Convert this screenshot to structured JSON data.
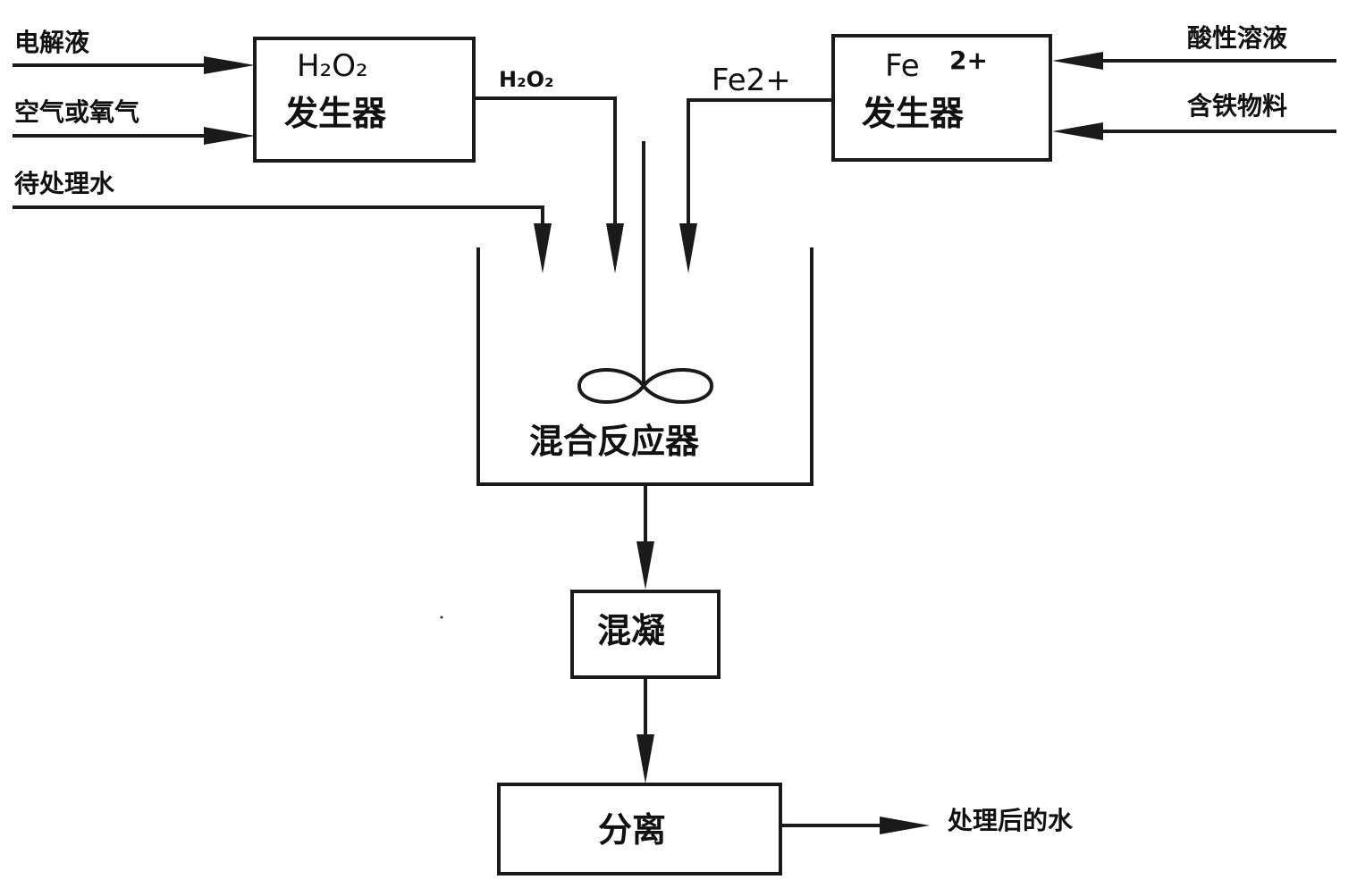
{
  "inputs_left": {
    "electrolyte": "电解液",
    "air_or_oxygen": "空气或氧气",
    "water_to_treat": "待处理水"
  },
  "inputs_right": {
    "acidic_solution": "酸性溶液",
    "iron_material": "含铁物料"
  },
  "h2o2_generator": {
    "formula": "H₂O₂",
    "name": "发生器"
  },
  "fe_generator": {
    "formula_base": "Fe",
    "formula_sup": "2+",
    "name": "发生器"
  },
  "flow_labels": {
    "h2o2": "H₂O₂",
    "fe2": "Fe2+"
  },
  "reactor": {
    "name": "混合反应器"
  },
  "coagulation": {
    "name": "混凝"
  },
  "separation": {
    "name": "分离"
  },
  "output": {
    "treated_water": "处理后的水"
  }
}
